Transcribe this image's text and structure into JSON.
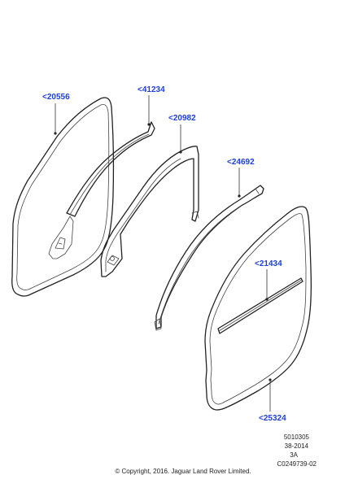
{
  "callouts": [
    {
      "id": "c20556",
      "label": "<20556"
    },
    {
      "id": "c41234",
      "label": "<41234"
    },
    {
      "id": "c20982",
      "label": "<20982"
    },
    {
      "id": "c24692",
      "label": "<24692"
    },
    {
      "id": "c21434",
      "label": "<21434"
    },
    {
      "id": "c25324",
      "label": "<25324"
    }
  ],
  "meta": {
    "ref_number": "5010305",
    "ref_date": "38-2014",
    "ref_rev": "3A",
    "ref_code": "C0249739-02",
    "copyright": "© Copyright, 2016. Jaguar Land Rover Limited."
  },
  "colors": {
    "callout": "#1f3fd8",
    "line": "#222222"
  }
}
